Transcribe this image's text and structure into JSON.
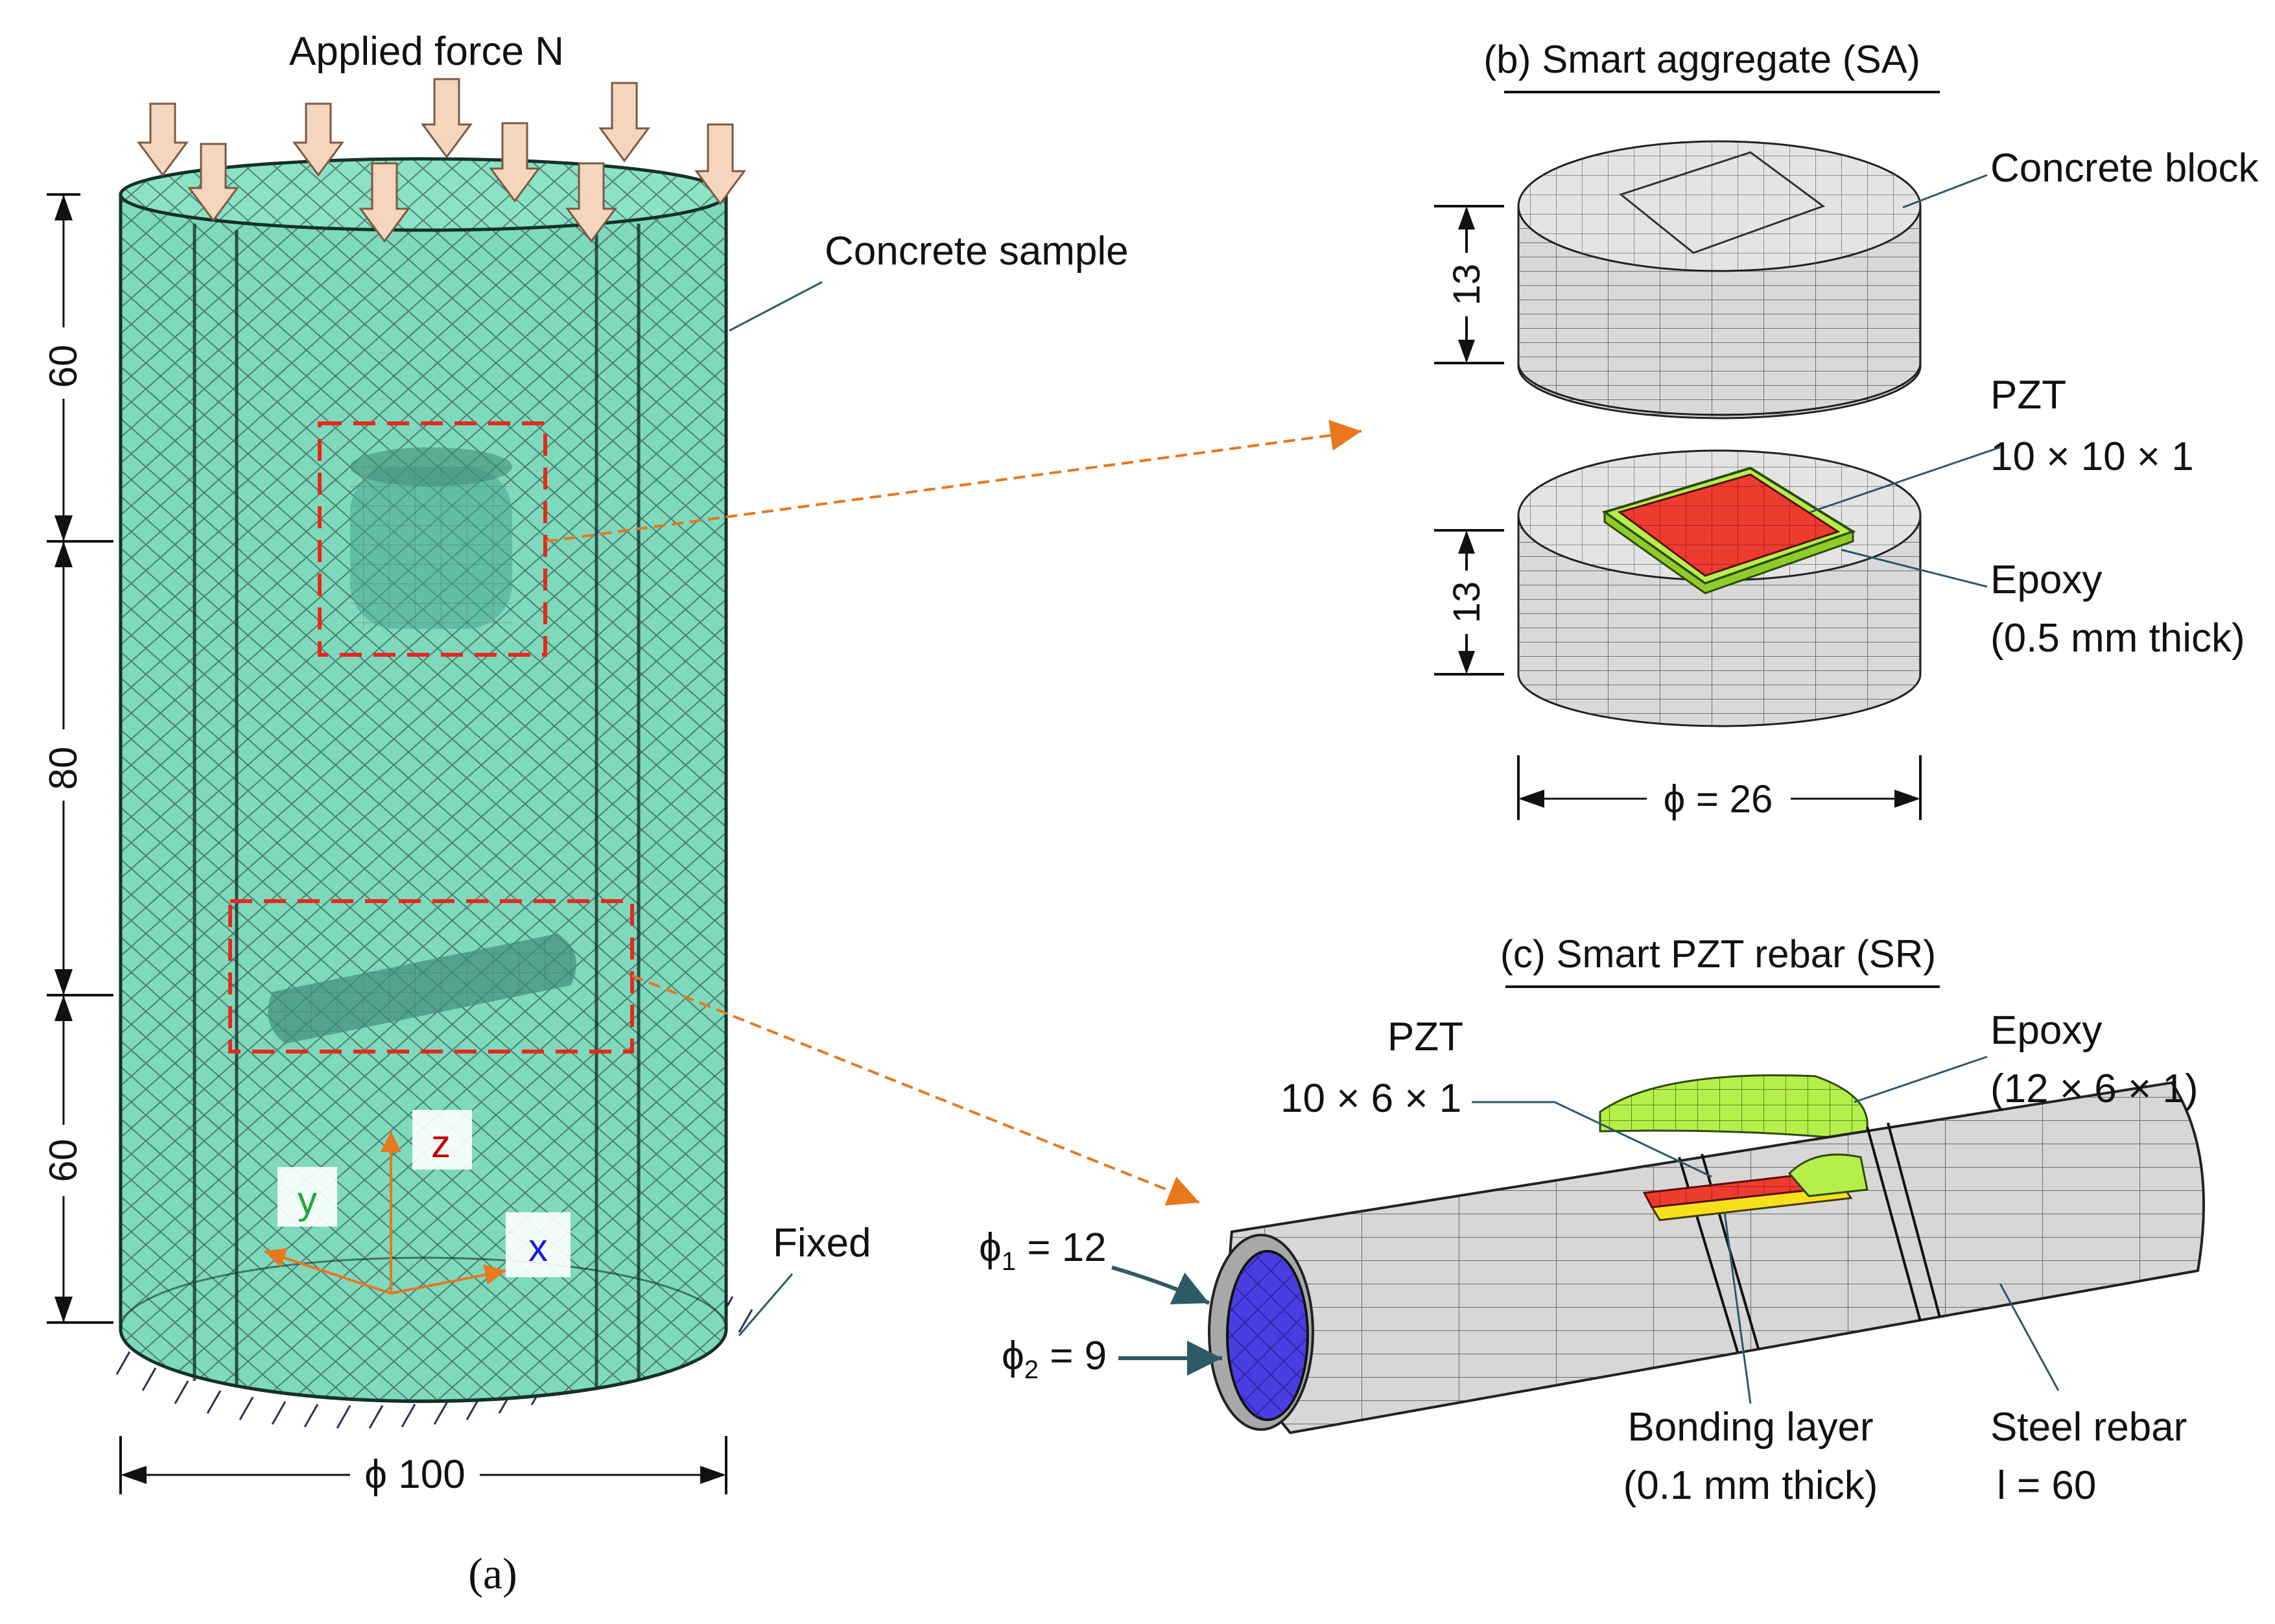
{
  "texts": {
    "applied_force": "Applied force N",
    "concrete_sample": "Concrete sample",
    "fixed": "Fixed",
    "dim_top": "60",
    "dim_mid": "80",
    "dim_bot": "60",
    "diameter_a": "ϕ 100",
    "caption_a": "(a)",
    "axis_z": "z",
    "axis_y": "y",
    "axis_x": "x",
    "title_b": "(b) Smart aggregate (SA)",
    "concrete_block": "Concrete block",
    "pzt_b": "PZT",
    "pzt_b_dims": "10 × 10 × 1",
    "epoxy_b": "Epoxy",
    "epoxy_b_thick": "(0.5 mm thick)",
    "dim_13_top": "13",
    "dim_13_bottom": "13",
    "diameter_b": "ϕ = 26",
    "title_c": "(c) Smart PZT rebar (SR)",
    "pzt_c": "PZT",
    "pzt_c_dims": "10 × 6 × 1",
    "epoxy_c": "Epoxy",
    "epoxy_c_dims": "(12 × 6 × 1)",
    "phi1_sym": "ϕ",
    "phi1_sub": "1",
    "phi1_val": " = 12",
    "phi2_sym": "ϕ",
    "phi2_sub": "2",
    "phi2_val": " = 9",
    "bonding_layer": "Bonding layer",
    "bonding_thick": "(0.1 mm thick)",
    "steel_rebar": "Steel rebar",
    "rebar_length": "l = 60"
  },
  "colors": {
    "concrete_mesh": "#7fd9bd",
    "mesh_line": "#1f3a33",
    "arrow_fill": "#f6d5bd",
    "dashed_box": "#e8281e",
    "leader_orange": "#e8771e",
    "gray_block": "#d9d9d9",
    "pzt_red": "#ee3b30",
    "epoxy_green": "#b6ef4a",
    "steel_inner_blue": "#4a3ee3",
    "bonding_yellow": "#f6e01c",
    "axis_z": "#c00000",
    "axis_y": "#1aaa3a",
    "axis_x": "#1a1ae0",
    "axis_lines": "#e8771e"
  }
}
